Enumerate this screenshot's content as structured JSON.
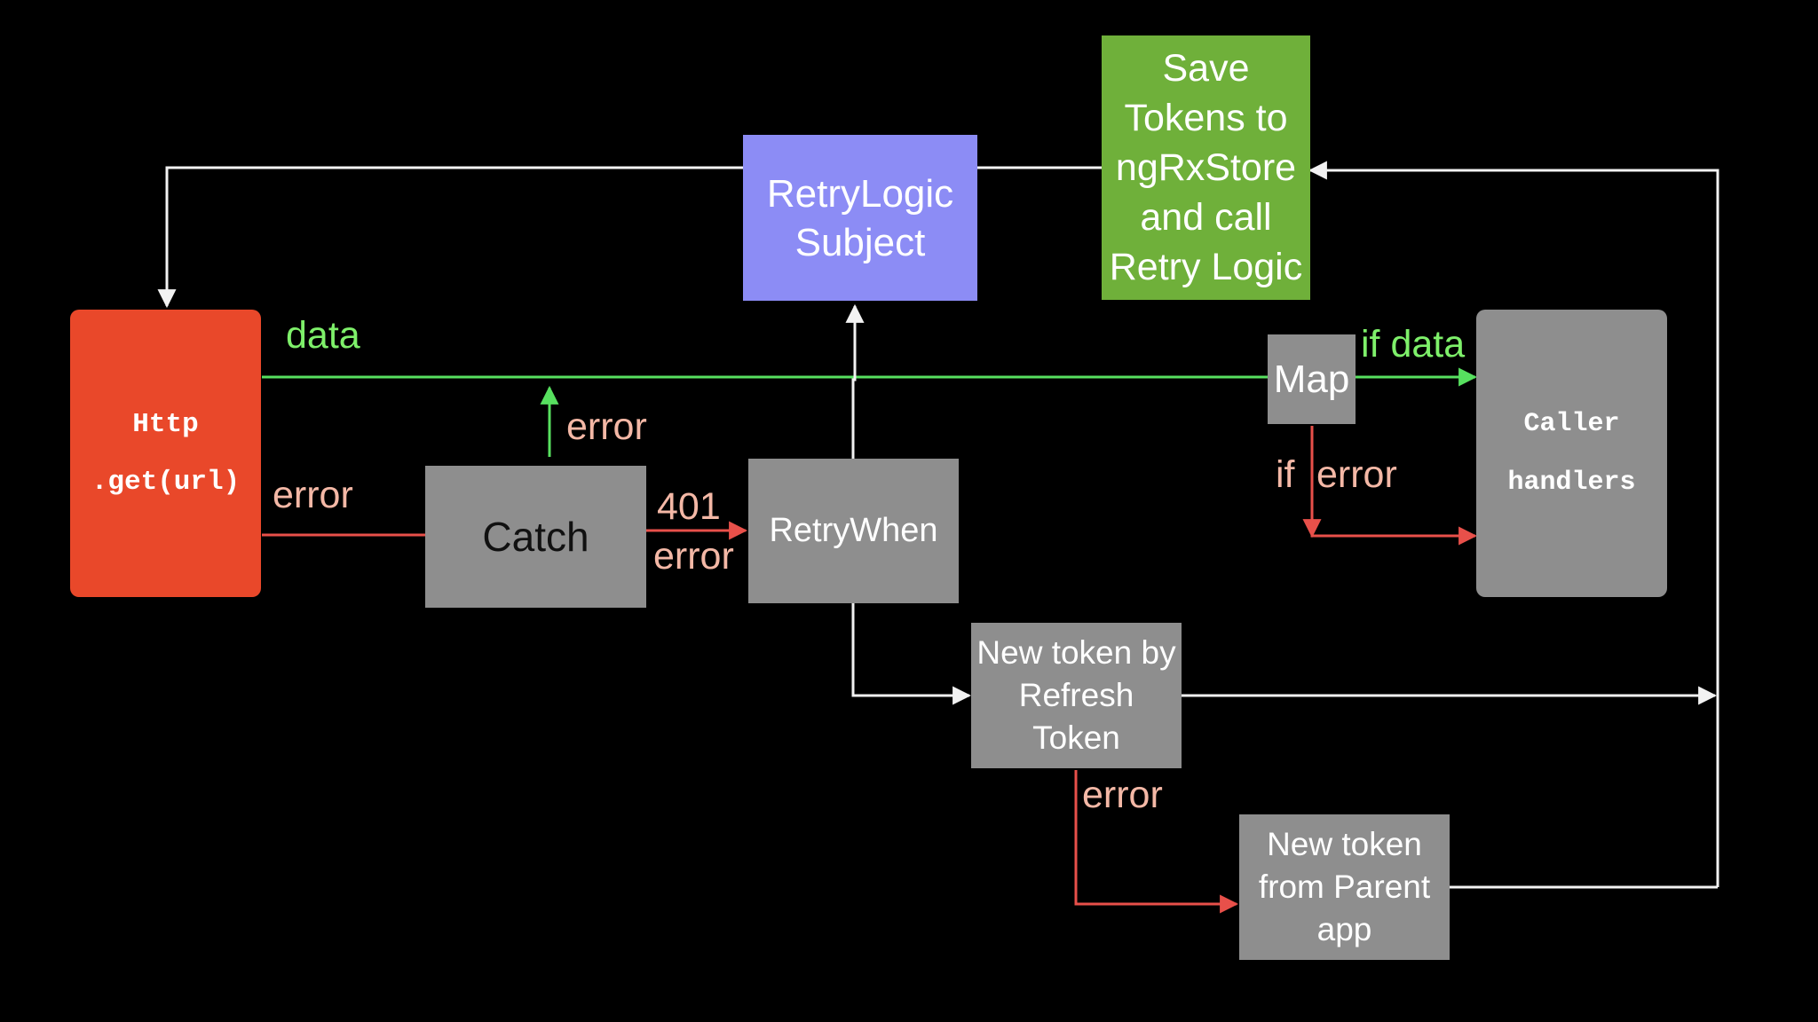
{
  "colors": {
    "background": "#000000",
    "http_box": "#e9482a",
    "gray_box": "#8e8e8e",
    "retry_subject": "#8c8cf5",
    "save_tokens": "#6fb03a",
    "data_line": "#57e05f",
    "error_line": "#e8504a",
    "neutral_line": "#f2f2f2",
    "data_text": "#7ef06a",
    "error_text": "#f4b8a6",
    "box_text_light": "#ffffff",
    "box_text_dark": "#111111"
  },
  "nodes": {
    "http": {
      "text": "Http\n.get(url)"
    },
    "catch": {
      "text": "Catch"
    },
    "retry_when": {
      "text": "RetryWhen"
    },
    "retry_subject": {
      "text": "RetryLogic\nSubject"
    },
    "save_tokens": {
      "text": "Save\nTokens to\nngRxStore\nand call\nRetry Logic"
    },
    "map": {
      "text": "Map"
    },
    "caller": {
      "text": "Caller\n\nhandlers"
    },
    "refresh_token": {
      "text": "New token by\nRefresh Token"
    },
    "parent_app": {
      "text": "New token\nfrom Parent\napp"
    }
  },
  "labels": {
    "data": "data",
    "error_http": "error",
    "error_catch_up": "error",
    "code_401": "401",
    "error_401": "error",
    "if_data": "if data",
    "if": "if",
    "error_map": "error",
    "error_refresh": "error"
  }
}
